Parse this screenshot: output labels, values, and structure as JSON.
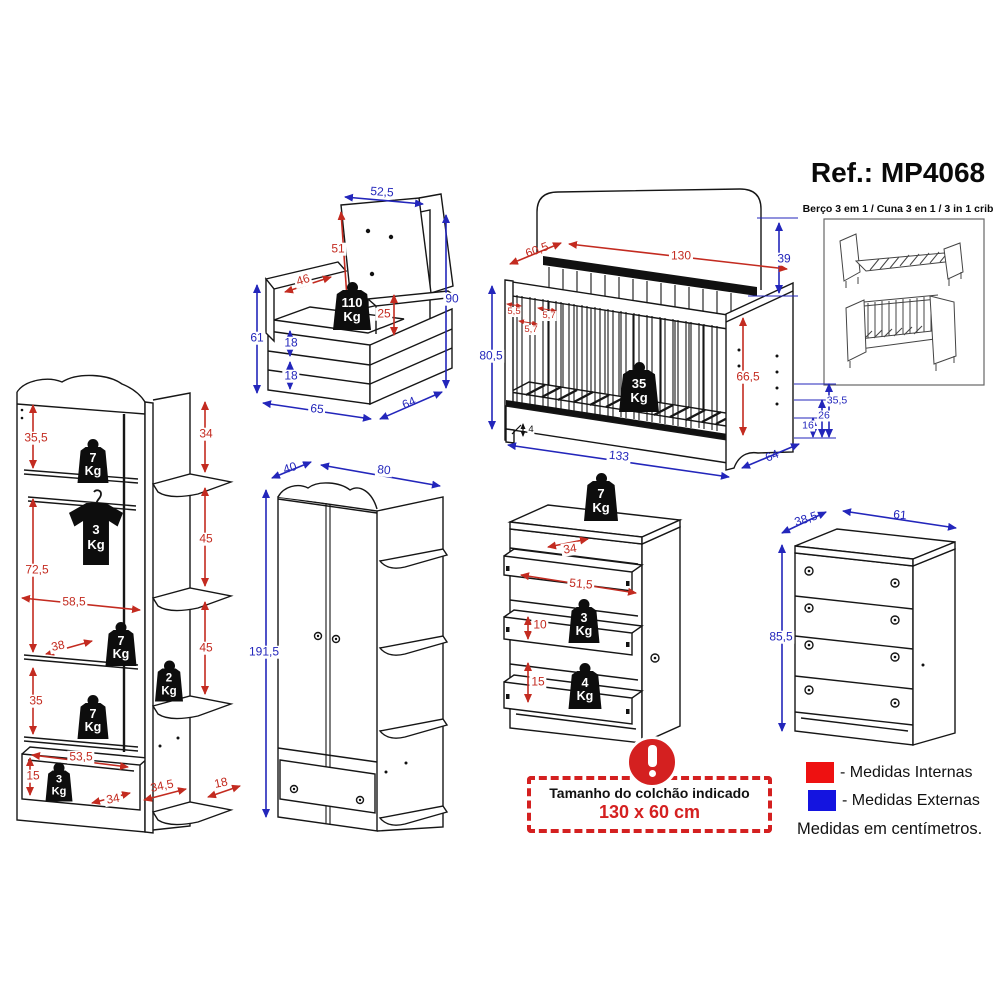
{
  "title": "Ref.: MP4068",
  "inset": {
    "caption": "Berço 3 em 1 / Cuna 3 en 1 / 3 in 1 crib"
  },
  "kg_label": "Kg",
  "armchair": {
    "width_top": "52,5",
    "back_height": "51",
    "arm_length": "46",
    "arm_height": "25",
    "height": "90",
    "base_height": "61",
    "shelf_a": "18",
    "shelf_b": "18",
    "width": "65",
    "depth": "64",
    "max_weight": "110"
  },
  "crib": {
    "depth_top": "60,5",
    "inner_length": "130",
    "panel_height": "39",
    "gap_a": "5,5",
    "gap_b": "5,7",
    "gap_c": "5,7",
    "height": "80,5",
    "inner_height": "66,5",
    "clearance": "4",
    "length": "133",
    "depth": "64",
    "level_a": "35,5",
    "level_b": "26",
    "level_c": "16",
    "max_weight": "35"
  },
  "shelf_unit": {
    "top_gap": "35,5",
    "hang_height": "72,5",
    "mid_gap": "35",
    "drawer_height": "15",
    "inner_width": "58,5",
    "shelf_depth": "38",
    "drawer_width": "53,5",
    "drawer_depth": "34",
    "side_gap_top": "34",
    "side_gap_mid": "45",
    "side_gap_low": "45",
    "base_depth": "34,5",
    "side_depth": "18",
    "w_top": "7",
    "w_shirt": "3",
    "w_mid": "7",
    "w_side": "2",
    "w_low": "7",
    "w_drawer": "3"
  },
  "wardrobe": {
    "depth": "40",
    "width": "80",
    "height": "191,5"
  },
  "changer": {
    "w_top": "7",
    "inner_a": "34",
    "inner_b": "51,5",
    "gap_a": "10",
    "w_mid": "3",
    "gap_b": "15",
    "w_low": "4"
  },
  "dresser": {
    "depth": "38,5",
    "width": "61",
    "height": "85,5"
  },
  "warning": {
    "title": "Tamanho do colchão indicado",
    "size": "130 x 60 cm"
  },
  "legend": {
    "internal": "- Medidas Internas",
    "external": "- Medidas Externas",
    "note": "Medidas em centímetros.",
    "internal_color": "#ee1111",
    "external_color": "#1414e0",
    "internal_arrow_color": "#c32b20",
    "external_arrow_color": "#2326bb"
  }
}
